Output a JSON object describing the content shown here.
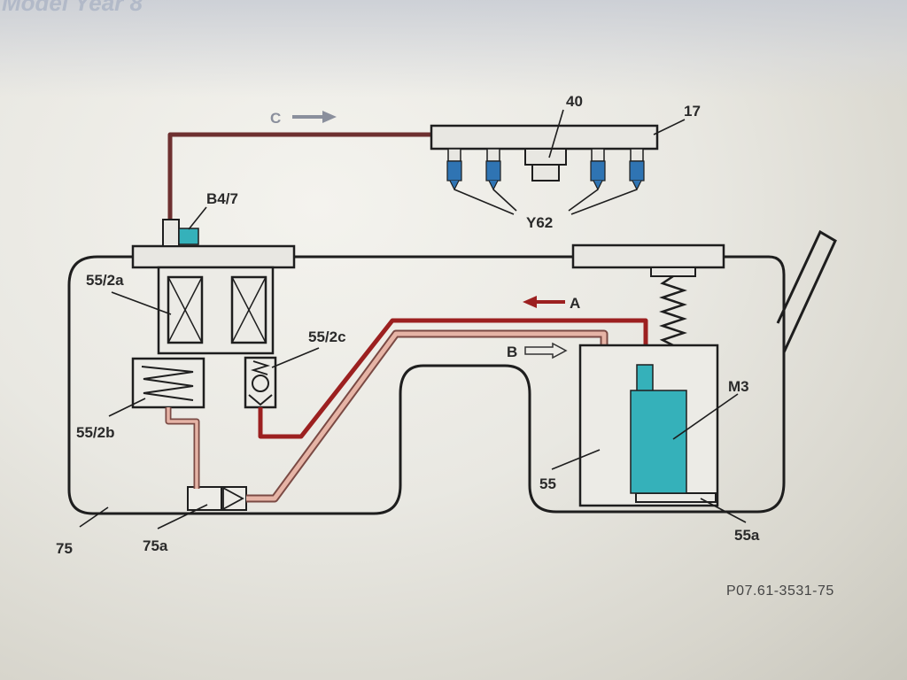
{
  "header": {
    "text": "Model Year 8"
  },
  "flows": {
    "a": "A",
    "b": "B",
    "c": "C"
  },
  "labels": {
    "injectors": "Y62",
    "pressure_regulator": "40",
    "fuel_rail": "17",
    "fuel_pressure_sensor": "B4/7",
    "filter": "55/2a",
    "pressure_damper": "55/2b",
    "check_valve": "55/2c",
    "fuel_pump": "M3",
    "swirl_pot": "55",
    "swirl_pot_base": "55a",
    "fuel_tank": "75",
    "jet_pump": "75a"
  },
  "figure_code": "P07.61-3531-75",
  "colors": {
    "supply_line": "#9c2020",
    "return_line": "#e6b4a6",
    "component_teal": "#35b1ba",
    "injector_blue": "#2f74b3"
  }
}
